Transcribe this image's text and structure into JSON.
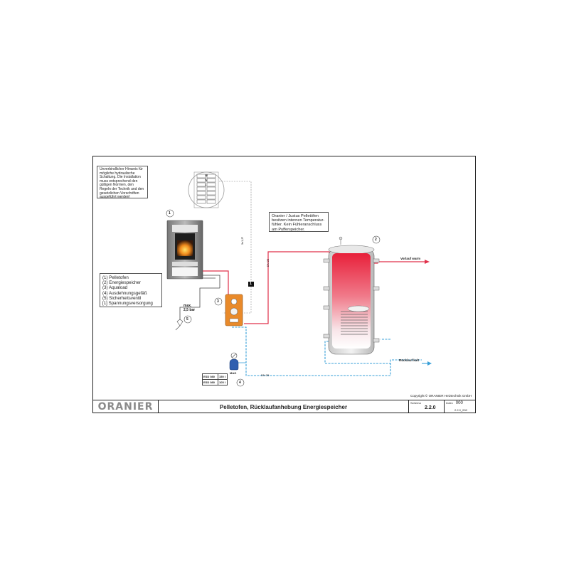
{
  "note_top": "Unverbindlicher Hinweis für mögliche hydraulische Schaltung. Die Installation muss entsprechend den gültigen Normen, den Regeln der Technik und den gesetzlichen Vorschriften ausgeführt werden!",
  "note_oranier": "Oranier / Justus Pelletöfen besitzen internen Temperatur-fühler. Kein Fühleranschluss am Pufferspeicher.",
  "legend": [
    "(1)  Pelletofen",
    "(2)  Energiespeicher",
    "(3)  Aquaload",
    "(4)  Ausdehnungsgefäß",
    "(5)  Sicherheitsventil",
    "[1]  Spannungsversorgung"
  ],
  "markers": {
    "m1": "1",
    "m2": "2",
    "m3": "3",
    "m4": "4",
    "m5": "5",
    "box1": "1"
  },
  "terminal_labels": [
    "⊕",
    "N",
    "L"
  ],
  "pipe_labels": {
    "vorlauf": "Vorlauf warm",
    "ruecklauf": "Rücklauf kalt",
    "dn_top": "DN 25",
    "dn_bottom": "DN 25",
    "cable": "3x1,5²"
  },
  "pressure": {
    "line1": "max.",
    "line2": "2,5 bar"
  },
  "mag_label": "MAG",
  "esd_rows": [
    {
      "name": "ESD 080",
      "value": "150 l"
    },
    {
      "name": "ESD 080",
      "value": "105 l"
    }
  ],
  "copyright": "Copyright ©  ORANIER Heiztechnik GmbH",
  "title_block": {
    "logo": "ORANIER",
    "title": "Pelletofen, Rücklaufanhebung Energiespeicher",
    "schema_label": "Schema",
    "schema_value": "2.2.0",
    "index_label": "Index",
    "index_value": "000",
    "code": "2.2.0_000"
  },
  "colors": {
    "hot_pipe": "#e0304a",
    "cold_pipe": "#3aa0d8",
    "tank_hot": "#e8203a",
    "aquaload": "#e98a2a",
    "logo_gray": "#8a8a8a"
  }
}
